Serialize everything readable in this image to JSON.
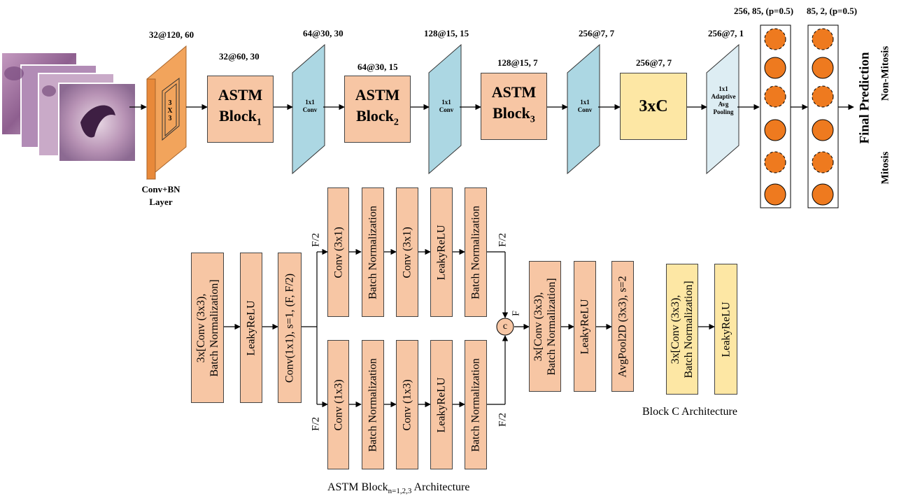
{
  "top": {
    "dims": {
      "conv_bn": "32@120, 60",
      "block1": "32@60, 30",
      "conv1": "64@30, 30",
      "block2": "64@30, 15",
      "conv2": "128@15, 15",
      "block3": "128@15, 7",
      "conv3": "256@7, 7",
      "blockc": "256@7, 7",
      "pool": "256@7, 1",
      "fc1": "256, 85, (p=0.5)",
      "fc2": "85, 2, (p=0.5)"
    },
    "conv_bn_kernel": "3 X 3",
    "conv_bn_label_1": "Conv+BN",
    "conv_bn_label_2": "Layer",
    "astm_label": "ASTM",
    "block_word": "Block",
    "block1_sub": "1",
    "block2_sub": "2",
    "block3_sub": "3",
    "conv_1x1_line1": "1x1",
    "conv_1x1_line2": "Conv",
    "blockc_label": "3xC",
    "pool_label_1": "1x1",
    "pool_label_2": "Adaptive",
    "pool_label_3": "Avg",
    "pool_label_4": "Pooling",
    "final_prediction": "Final Prediction",
    "non_mitosis": "Non-Mitosis",
    "mitosis": "Mitosis"
  },
  "astm": {
    "pre": [
      "3x[Conv (3x3),\nBatch Normalization]",
      "LeakyReLU",
      "Conv(1x1), s=1, (F, F/2)"
    ],
    "upper": [
      "Conv (3x1)",
      "Batch Normalization",
      "Conv (3x1)",
      "LeakyReLU",
      "Batch Normalization"
    ],
    "lower": [
      "Conv (1x3)",
      "Batch Normalization",
      "Conv (1x3)",
      "LeakyReLU",
      "Batch Normalization"
    ],
    "post": [
      "3x[Conv (3x3),\nBatch Normalization]",
      "LeakyReLU",
      "AvgPool2D (3x3), s=2"
    ],
    "half": "F/2",
    "full": "F",
    "concat": "c",
    "caption_main": "ASTM Block",
    "caption_sub": "n=1,2,3",
    "caption_tail": " Architecture"
  },
  "blockc": {
    "items": [
      "3x[Conv (3x3),\nBatch Normalization]",
      "LeakyReLU"
    ],
    "caption": "Block C Architecture"
  },
  "colors": {
    "peach": "#f7c6a4",
    "conv_orange": "#f2a45c",
    "conv_blue": "#acd7e3",
    "pool_blue": "#ddedf3",
    "yellow": "#fde7a4",
    "neuron": "#ee7a1f"
  }
}
